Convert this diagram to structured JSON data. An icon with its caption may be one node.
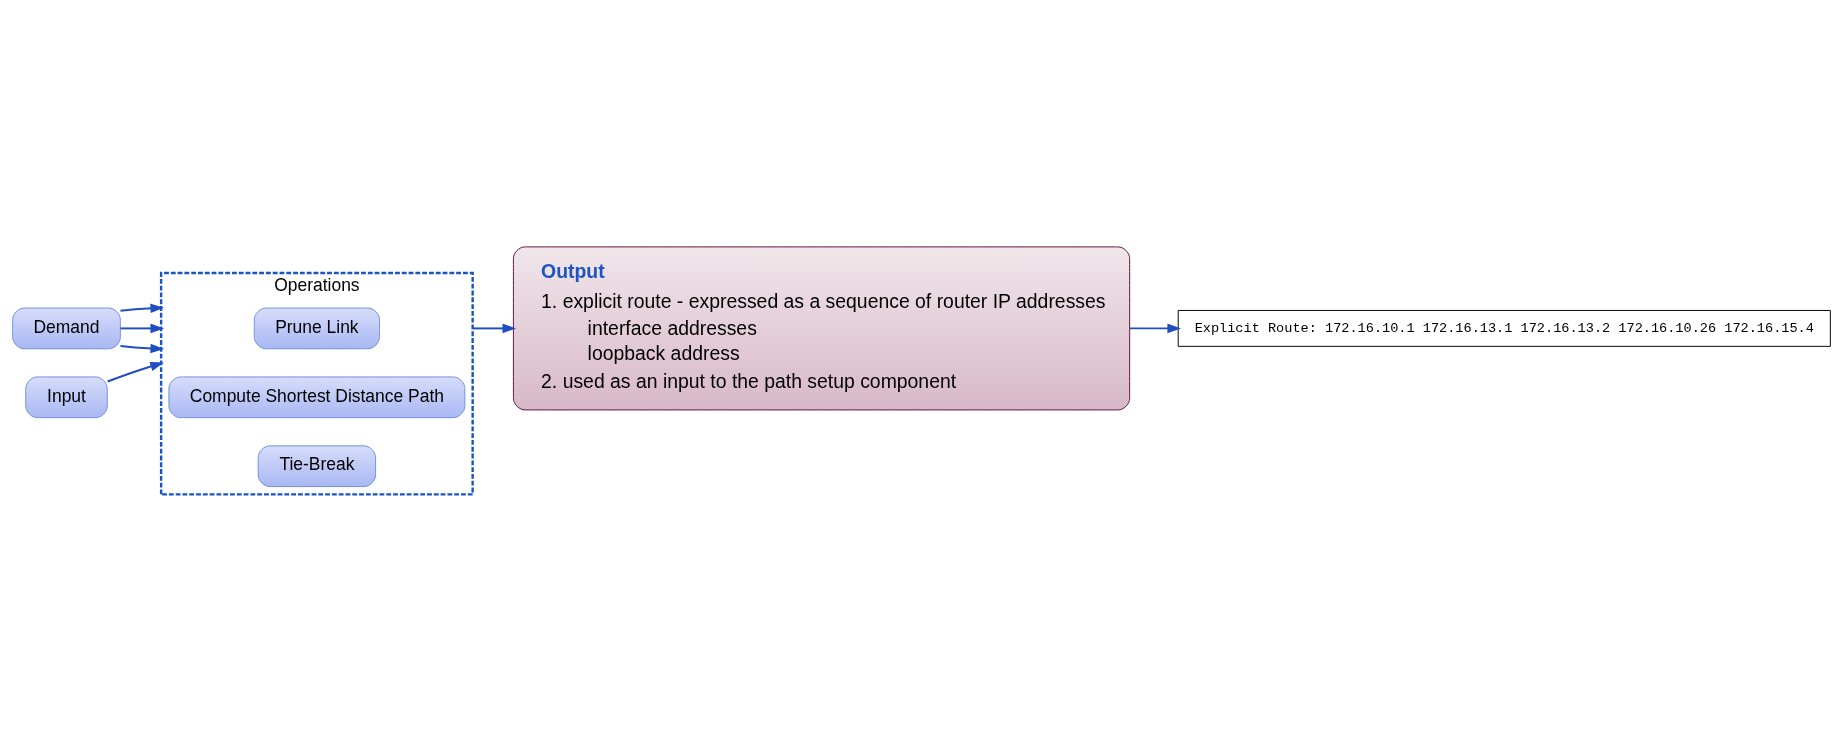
{
  "diagram": {
    "nodes": [
      {
        "text": [
          "Demand"
        ]
      },
      {
        "text": [
          "Operations"
        ]
      },
      {
        "text": [
          "Prune Link"
        ],
        "in": 1
      },
      {
        "text": [
          "Compute Shortest Distance Path"
        ],
        "in": 1
      },
      {
        "text": [
          "Tie-Break"
        ],
        "in": 1
      },
      {
        "text": [
          "Input"
        ]
      },
      {
        "text": [
          "Output",
          "1. explicit route - expressed as a sequence of router IP addresses",
          "interface addresses",
          "loopback address",
          "2. used as an input to the path setup component"
        ]
      },
      {
        "text": [
          "Explicit Route: 172.16.10.1 172.16.13.1 172.16.13.2 172.16.10.26 172.16.15.4"
        ]
      }
    ],
    "edges": [
      {
        "from": 0,
        "to": 1,
        "arrow": "to"
      },
      {
        "from": 0,
        "to": 1,
        "arrow": "to"
      },
      {
        "from": 0,
        "to": 1,
        "arrow": "to"
      },
      {
        "from": 5,
        "to": 1,
        "arrow": "to"
      },
      {
        "from": 1,
        "to": 6,
        "arrow": "to"
      },
      {
        "from": 6,
        "to": 7,
        "arrow": "to"
      }
    ]
  }
}
